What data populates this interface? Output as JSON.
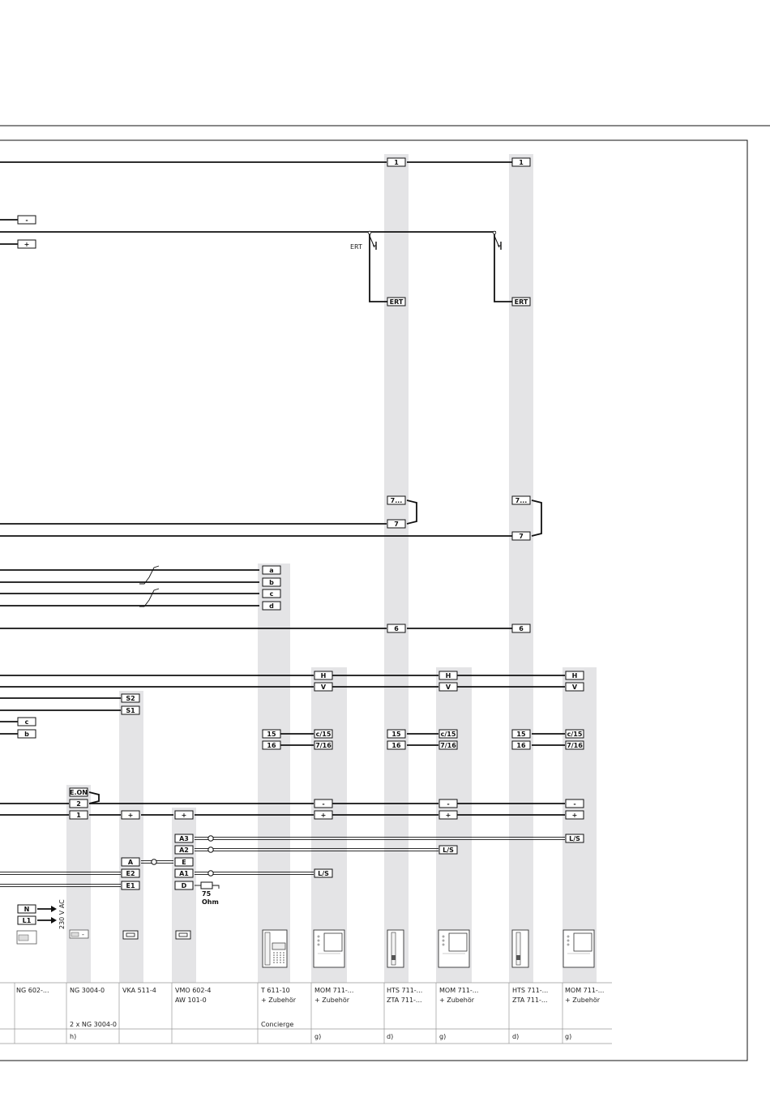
{
  "columns": [
    {
      "id": "ng602",
      "name": "NG 602-...",
      "sub": "",
      "mark": ""
    },
    {
      "id": "ng3004",
      "name": "NG 3004-0",
      "sub": "2 x NG 3004-0",
      "mark": "h)"
    },
    {
      "id": "vka",
      "name": "VKA 511-4",
      "sub": "",
      "mark": ""
    },
    {
      "id": "vmo",
      "name": "VMO 602-4",
      "name2": "AW 101-0",
      "sub": "",
      "mark": ""
    },
    {
      "id": "t611",
      "name": "T 611-10",
      "name2": "+ Zubehör",
      "sub": "Concierge",
      "mark": ""
    },
    {
      "id": "mom1",
      "name": "MOM 711-...",
      "name2": "+ Zubehör",
      "sub": "",
      "mark": "g)"
    },
    {
      "id": "hts1",
      "name": "HTS 711-...",
      "name2": "ZTA 711-...",
      "sub": "",
      "mark": "d)"
    },
    {
      "id": "mom2",
      "name": "MOM 711-...",
      "name2": "+ Zubehör",
      "sub": "",
      "mark": "g)"
    },
    {
      "id": "hts2",
      "name": "HTS 711-...",
      "name2": "ZTA 711-...",
      "sub": "",
      "mark": "d)"
    },
    {
      "id": "mom3",
      "name": "MOM 711-...",
      "name2": "+ Zubehör",
      "sub": "",
      "mark": "g)"
    }
  ],
  "switch_label": "ERT",
  "resistor_label": "75",
  "resistor_unit": "Ohm",
  "mains_label": "230 V AC",
  "terminal_labels": {
    "one": "1",
    "minus": "-",
    "plus": "+",
    "ert": "ERT",
    "seven_dots": "7...",
    "seven": "7",
    "a": "a",
    "b": "b",
    "c": "c",
    "d": "d",
    "six": "6",
    "h": "H",
    "v": "V",
    "s2": "S2",
    "s1": "S1",
    "fifteen": "15",
    "sixteen": "16",
    "c15": "c/15",
    "s716": "7/16",
    "eon": "E.ON",
    "two": "2",
    "A": "A",
    "E": "E",
    "E2": "E2",
    "E1": "E1",
    "A3": "A3",
    "A2": "A2",
    "A1": "A1",
    "D": "D",
    "LS": "L/S",
    "N": "N",
    "L1": "L1"
  }
}
